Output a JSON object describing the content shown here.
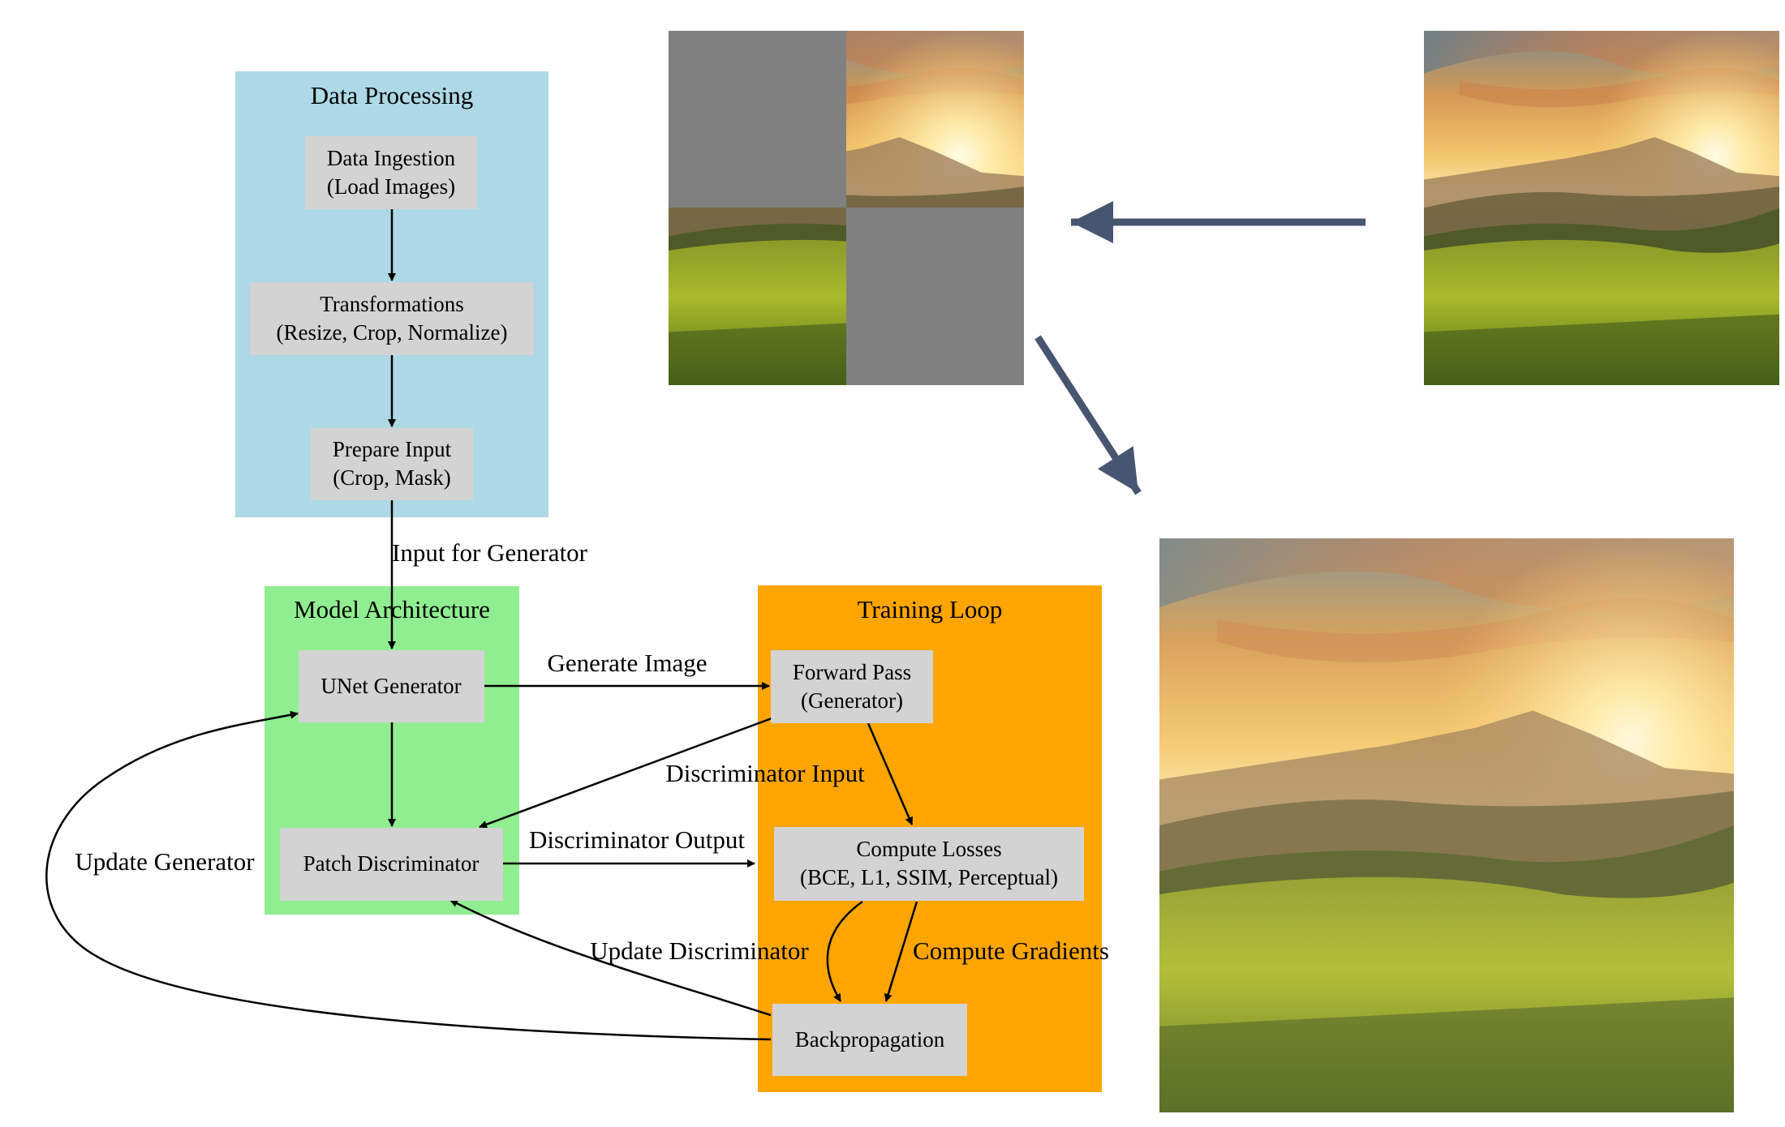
{
  "colors": {
    "data_processing": "#add8e6",
    "model_architecture": "#90ee90",
    "training_loop": "#ffa500",
    "node_fill": "#d3d3d3",
    "edge": "#000000",
    "big_arrow": "#465670",
    "mask_gray": "#808080"
  },
  "clusters": {
    "data_processing": "Data Processing",
    "model_architecture": "Model Architecture",
    "training_loop": "Training Loop"
  },
  "nodes": {
    "data_ingestion": [
      "Data Ingestion",
      "(Load Images)"
    ],
    "transformations": [
      "Transformations",
      "(Resize, Crop, Normalize)"
    ],
    "prepare_input": [
      "Prepare Input",
      "(Crop, Mask)"
    ],
    "unet_generator": [
      "UNet Generator"
    ],
    "patch_discriminator": [
      "Patch Discriminator"
    ],
    "forward_pass": [
      "Forward Pass",
      "(Generator)"
    ],
    "compute_losses": [
      "Compute Losses",
      "(BCE, L1, SSIM, Perceptual)"
    ],
    "backpropagation": [
      "Backpropagation"
    ]
  },
  "edges": {
    "input_for_generator": "Input for Generator",
    "generate_image": "Generate Image",
    "discriminator_input": "Discriminator Input",
    "discriminator_output": "Discriminator Output",
    "compute_gradients": "Compute Gradients",
    "update_discriminator": "Update Discriminator",
    "update_generator": "Update Generator"
  },
  "images": {
    "masked_input": "masked landscape image",
    "original": "original landscape image",
    "generated_output": "reconstructed landscape image"
  }
}
